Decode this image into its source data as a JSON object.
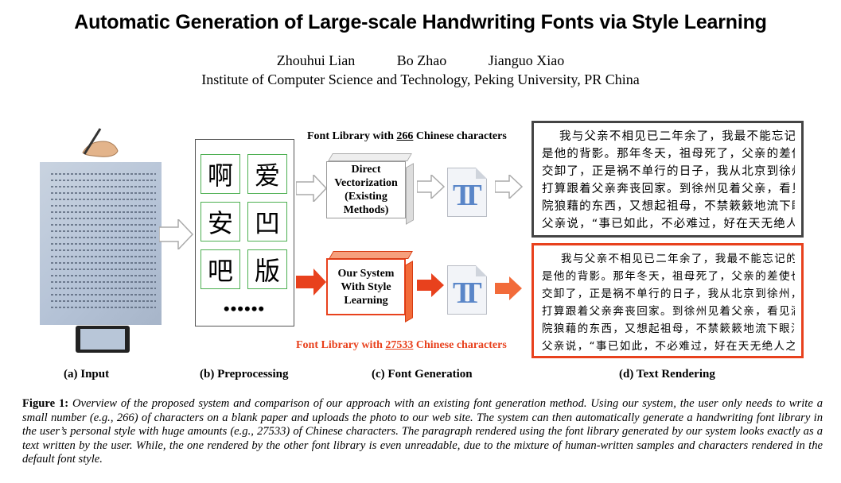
{
  "title": "Automatic Generation of Large-scale Handwriting Fonts via Style Learning",
  "authors": [
    "Zhouhui Lian",
    "Bo Zhao",
    "Jianguo Xiao"
  ],
  "affiliation": "Institute of Computer Science and Technology, Peking University, PR China",
  "figure": {
    "preprocessing_chars": [
      "啊",
      "爱",
      "安",
      "凹",
      "吧",
      "版"
    ],
    "dots": "••••••",
    "existing_method_label": "Direct Vectorization (Existing Methods)",
    "our_system_label": "Our System With Style Learning",
    "font_library_top": {
      "prefix": "Font Library with ",
      "count": "266",
      "suffix": " Chinese characters"
    },
    "font_library_bottom": {
      "prefix": "Font Library with ",
      "count": "27533",
      "suffix": " Chinese characters"
    },
    "rendered_text_lines": [
      "我与父亲不相见已二年余了，我最不能忘记的",
      "是他的背影。那年冬天，祖母死了，父亲的差使也",
      "交卸了，正是祸不单行的日子，我从北京到徐州，",
      "打算跟着父亲奔丧回家。到徐州见着父亲，看见满",
      "院狼藉的东西，又想起祖母，不禁簌簌地流下眼泪。",
      "父亲说，“事已如此，不必难过，好在天无绝人之路！”"
    ],
    "subfigure_labels": [
      "(a) Input",
      "(b) Preprocessing",
      "(c) Font Generation",
      "(d) Text Rendering"
    ]
  },
  "caption": {
    "label": "Figure 1:",
    "text": "Overview of the proposed system and comparison of our approach with an existing font generation method. Using our system, the user only needs to write a small number (e.g., 266) of characters on a blank paper and uploads the photo to our web site. The system can then automatically generate a handwriting font library in the user’s personal style with huge amounts (e.g., 27533) of Chinese characters. The paragraph rendered using the font library generated by our system looks exactly as a text written by the user. While, the one rendered by the other font library is even unreadable, due to the mixture of human-written samples and characters rendered in the default font style."
  },
  "colors": {
    "accent_red": "#e8411d",
    "cell_green": "#4caf50",
    "tt_blue": "#5a86c8"
  }
}
